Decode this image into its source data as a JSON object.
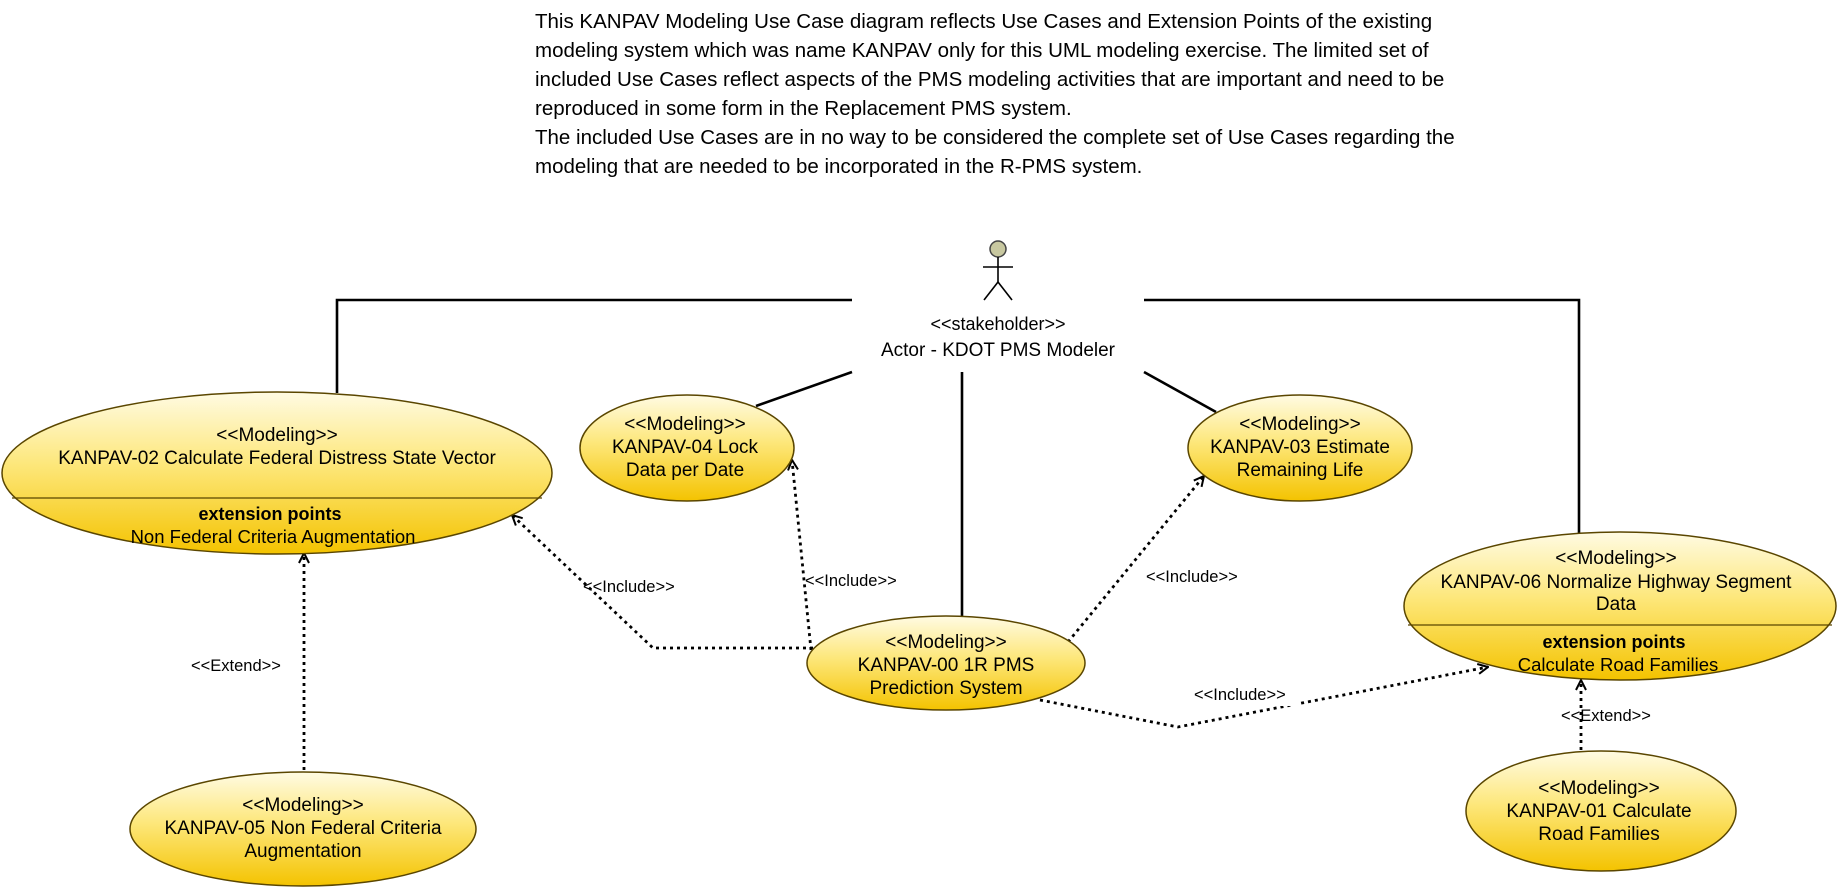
{
  "description": {
    "paragraph1": "This KANPAV Modeling Use Case diagram reflects Use Cases and Extension Points of the existing modeling system which was name KANPAV only for this UML modeling exercise. The limited set of included Use Cases reflect aspects of the PMS modeling activities that are important and need to be reproduced in some form in the Replacement PMS system.",
    "paragraph2": "The included Use Cases are in no way to be considered the complete set of Use Cases regarding the modeling that are needed to be incorporated in the R-PMS system."
  },
  "actor": {
    "stereotype": "<<stakeholder>>",
    "name": "Actor - KDOT PMS Modeler"
  },
  "use_cases": {
    "uc00": {
      "stereotype": "<<Modeling>>",
      "line1": "KANPAV-00 1R PMS",
      "line2": "Prediction System"
    },
    "uc01": {
      "stereotype": "<<Modeling>>",
      "line1": "KANPAV-01 Calculate",
      "line2": "Road Families"
    },
    "uc02": {
      "stereotype": "<<Modeling>>",
      "line1": "KANPAV-02 Calculate Federal Distress State Vector",
      "ext_title": "extension points",
      "ext_point": "Non Federal Criteria Augmentation"
    },
    "uc03": {
      "stereotype": "<<Modeling>>",
      "line1": "KANPAV-03 Estimate",
      "line2": "Remaining Life"
    },
    "uc04": {
      "stereotype": "<<Modeling>>",
      "line1": "KANPAV-04 Lock",
      "line2": "Data per Date"
    },
    "uc05": {
      "stereotype": "<<Modeling>>",
      "line1": "KANPAV-05 Non Federal Criteria",
      "line2": "Augmentation"
    },
    "uc06": {
      "stereotype": "<<Modeling>>",
      "line1": "KANPAV-06 Normalize Highway Segment",
      "line2": "Data",
      "ext_title": "extension points",
      "ext_point": "Calculate Road Families"
    }
  },
  "relations": {
    "include_02": "<<Include>>",
    "include_04": "<<Include>>",
    "include_03": "<<Include>>",
    "include_06": "<<Include>>",
    "extend_05": "<<Extend>>",
    "extend_01": "<<Extend>>"
  },
  "colors": {
    "usecase_fill_top": "#fffbe0",
    "usecase_fill_bottom": "#f5c400",
    "usecase_stroke": "#5a4600",
    "actor_head": "#c8c8a0"
  }
}
